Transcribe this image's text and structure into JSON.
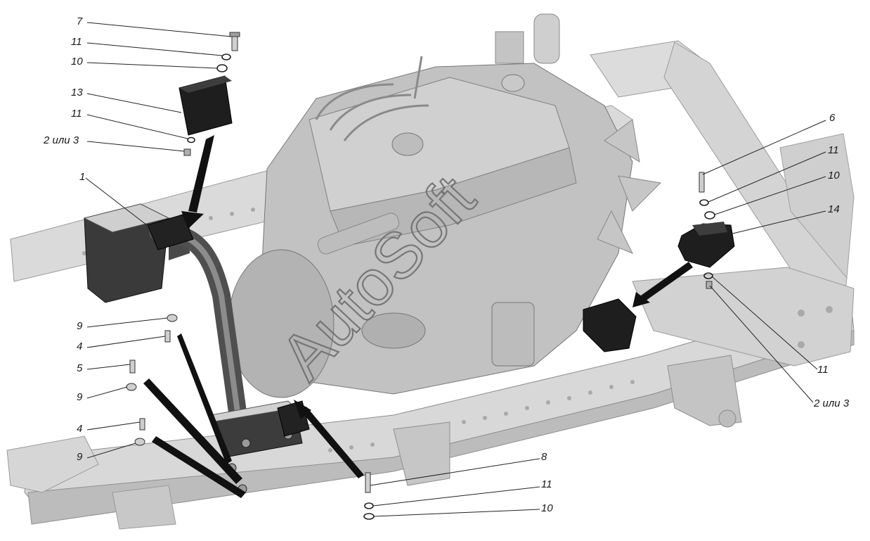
{
  "watermark": "AutoSoft",
  "callouts": [
    {
      "id": "c-7",
      "text": "7"
    },
    {
      "id": "c-11a",
      "text": "11"
    },
    {
      "id": "c-10a",
      "text": "10"
    },
    {
      "id": "c-13",
      "text": "13"
    },
    {
      "id": "c-11b",
      "text": "11"
    },
    {
      "id": "c-2a",
      "text": "2 или 3"
    },
    {
      "id": "c-1",
      "text": "1"
    },
    {
      "id": "c-9a",
      "text": "9"
    },
    {
      "id": "c-4a",
      "text": "4"
    },
    {
      "id": "c-5",
      "text": "5"
    },
    {
      "id": "c-9b",
      "text": "9"
    },
    {
      "id": "c-4b",
      "text": "4"
    },
    {
      "id": "c-9c",
      "text": "9"
    },
    {
      "id": "c-6",
      "text": "6"
    },
    {
      "id": "c-11c",
      "text": "11"
    },
    {
      "id": "c-10b",
      "text": "10"
    },
    {
      "id": "c-14",
      "text": "14"
    },
    {
      "id": "c-11d",
      "text": "11"
    },
    {
      "id": "c-2b",
      "text": "2 или 3"
    },
    {
      "id": "c-8",
      "text": "8"
    },
    {
      "id": "c-11e",
      "text": "11"
    },
    {
      "id": "c-10c",
      "text": "10"
    }
  ],
  "colors": {
    "frame": "#d9d9d9",
    "frame_dark": "#a8a8a8",
    "engine": "#bdbdbd",
    "mount": "#1e1e1e"
  }
}
